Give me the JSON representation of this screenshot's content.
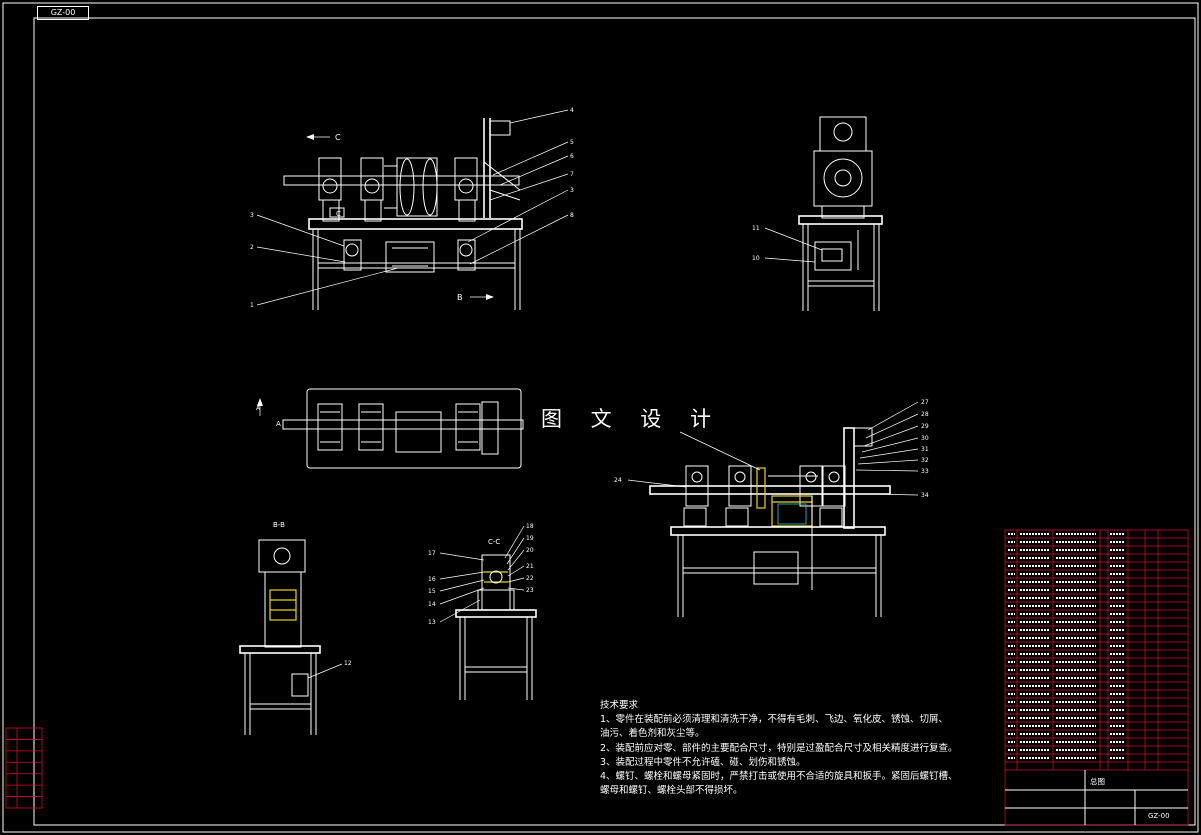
{
  "drawing": {
    "number": "GZ-00",
    "watermark": "图 文 设 计",
    "title_block": {
      "name": "总图",
      "code": "GZ-00"
    }
  },
  "section_markers": {
    "c_arrow": "C",
    "c_label": "C",
    "b_arrow": "B",
    "a_label": "A",
    "a_arrow": "A",
    "view_bb": "B-B",
    "view_cc": "C-C"
  },
  "balloons": {
    "front_view": [
      "4",
      "5",
      "6",
      "7",
      "3",
      "8",
      "3",
      "2",
      "1"
    ],
    "side_view": [
      "11",
      "10"
    ],
    "bb_view": [
      "12"
    ],
    "cc_view": [
      "18",
      "19",
      "20",
      "21",
      "22",
      "23",
      "17",
      "16",
      "15",
      "14",
      "13"
    ],
    "section_view": [
      "27",
      "28",
      "29",
      "30",
      "31",
      "32",
      "33",
      "34",
      "24"
    ]
  },
  "technical_requirements": {
    "heading": "技术要求",
    "items": [
      "1、零件在装配前必须清理和清洗干净，不得有毛刺、飞边、氧化皮、锈蚀、切屑、",
      "油污、着色剂和灰尘等。",
      "2、装配前应对零、部件的主要配合尺寸，特别是过盈配合尺寸及相关精度进行复查。",
      "3、装配过程中零件不允许磕、碰、划伤和锈蚀。",
      "4、螺钉、螺栓和螺母紧固时，严禁打击或使用不合适的旋具和扳手。紧固后螺钉槽、",
      "螺母和螺钉、螺栓头部不得损坏。"
    ]
  },
  "bom_rows": 30,
  "left_stamp_rows": 7,
  "colors": {
    "line": "#ffffff",
    "frame_red": "#c8102e",
    "highlight": "#e8d21a",
    "accent": "#33c6d0",
    "background": "#000000"
  }
}
